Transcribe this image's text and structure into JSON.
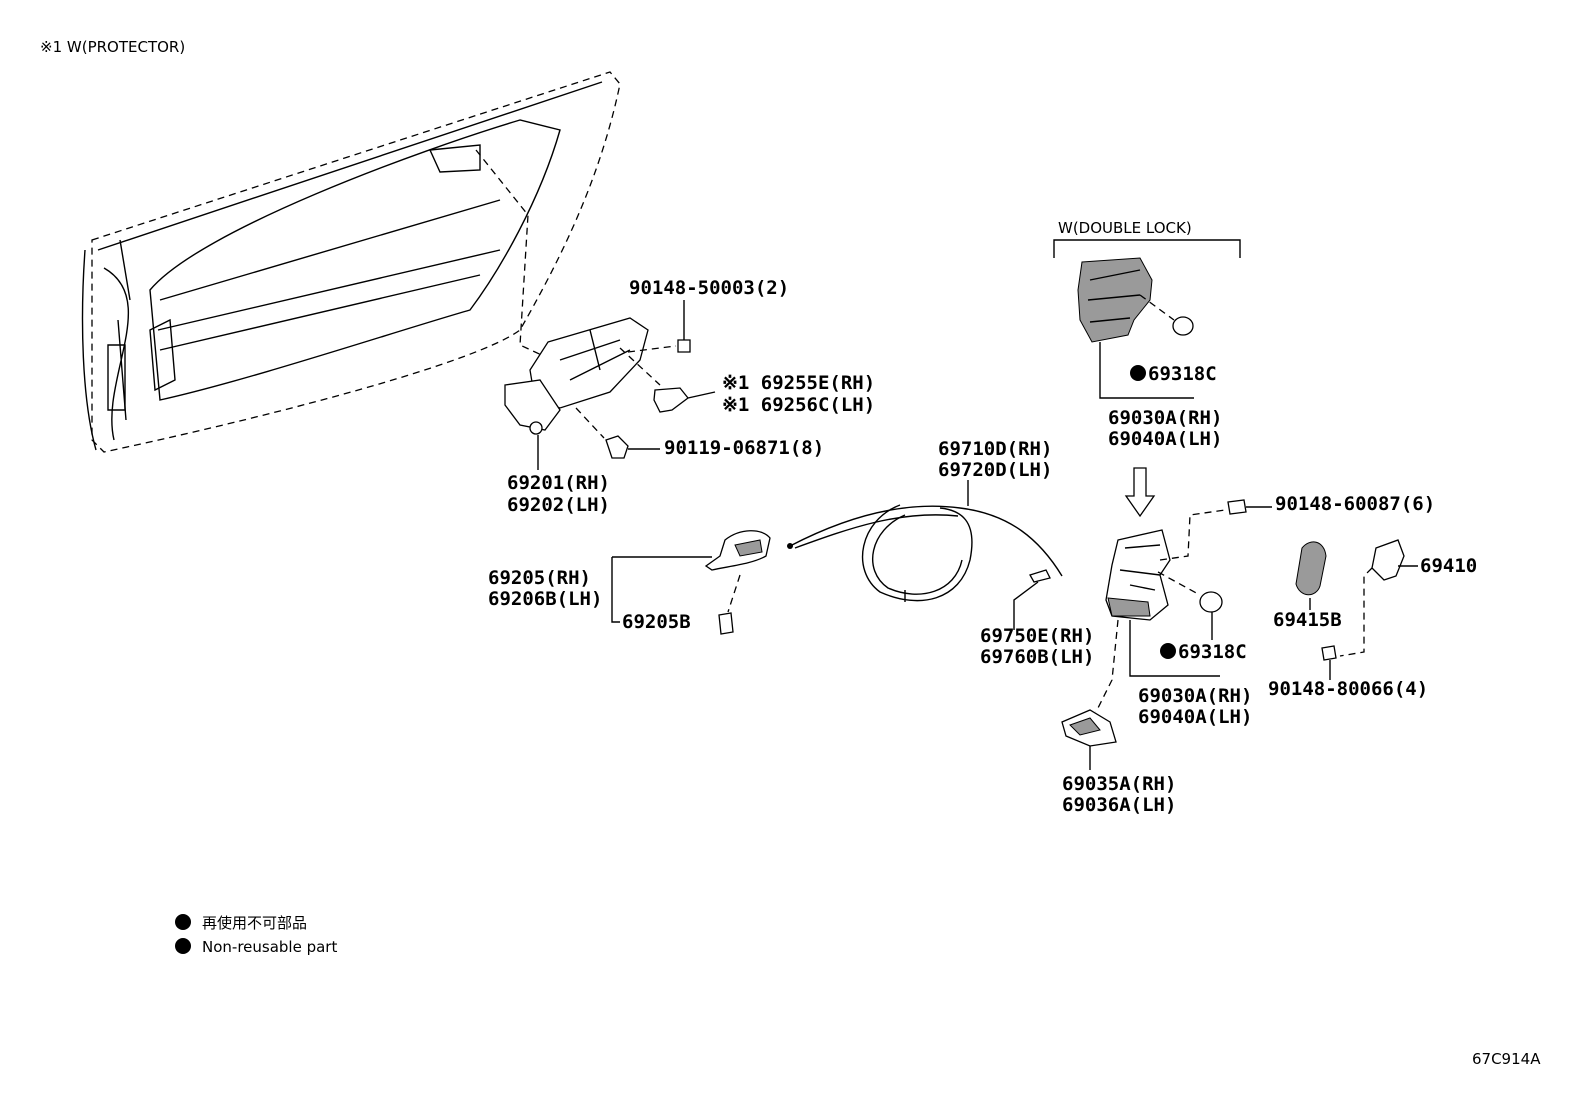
{
  "header_note": "※1 W(PROTECTOR)",
  "group_label": "W(DOUBLE LOCK)",
  "part_labels": {
    "p_90148_50003": "90148-50003(2)",
    "p_69255E": "※1 69255E(RH)",
    "p_69256C": "※1 69256C(LH)",
    "p_90119_06871": "90119-06871(8)",
    "p_69201": "69201(RH)",
    "p_69202": "69202(LH)",
    "p_69318C_a": "69318C",
    "p_69030A_a": "69030A(RH)",
    "p_69040A_a": "69040A(LH)",
    "p_69710D": "69710D(RH)",
    "p_69720D": "69720D(LH)",
    "p_90148_60087": "90148-60087(6)",
    "p_69205": "69205(RH)",
    "p_69206B": "69206B(LH)",
    "p_69205B": "69205B",
    "p_69750E": "69750E(RH)",
    "p_69760B": "69760B(LH)",
    "p_69318C_b": "69318C",
    "p_69030A_b": "69030A(RH)",
    "p_69040A_b": "69040A(LH)",
    "p_69415B": "69415B",
    "p_69410": "69410",
    "p_90148_80066": "90148-80066(4)",
    "p_69035A": "69035A(RH)",
    "p_69036A": "69036A(LH)"
  },
  "legend": {
    "line1": "再使用不可部品",
    "line2": "Non-reusable part"
  },
  "diagram_code": "67C914A"
}
